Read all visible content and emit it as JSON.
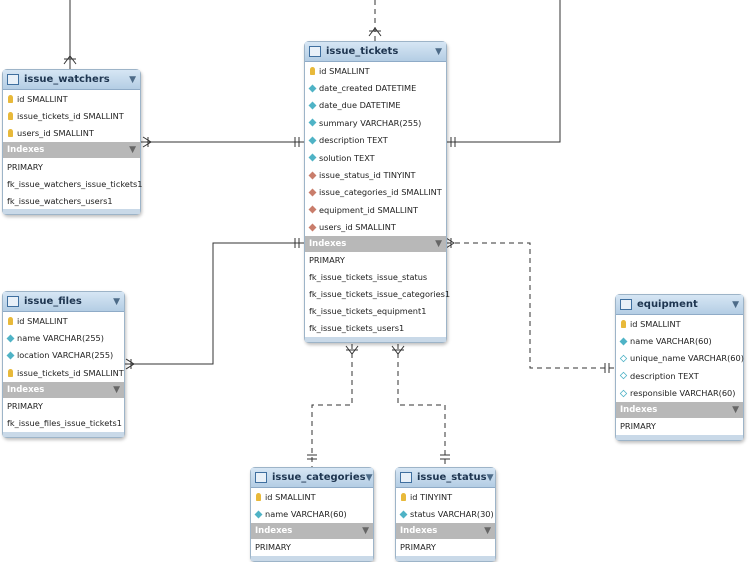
{
  "tables": {
    "issue_watchers": {
      "name": "issue_watchers",
      "columns": [
        {
          "icon": "primary-key-icon",
          "text": "id SMALLINT"
        },
        {
          "icon": "primary-key-icon",
          "text": "issue_tickets_id SMALLINT"
        },
        {
          "icon": "primary-key-icon",
          "text": "users_id SMALLINT"
        }
      ],
      "indexes_label": "Indexes",
      "indexes": [
        "PRIMARY",
        "fk_issue_watchers_issue_tickets1",
        "fk_issue_watchers_users1"
      ]
    },
    "issue_tickets": {
      "name": "issue_tickets",
      "columns": [
        {
          "icon": "primary-key-icon",
          "text": "id SMALLINT"
        },
        {
          "icon": "column-icon",
          "text": "date_created DATETIME"
        },
        {
          "icon": "column-icon",
          "text": "date_due DATETIME"
        },
        {
          "icon": "column-icon",
          "text": "summary VARCHAR(255)"
        },
        {
          "icon": "column-icon",
          "text": "description TEXT"
        },
        {
          "icon": "column-icon",
          "text": "solution TEXT"
        },
        {
          "icon": "foreign-key-icon",
          "text": "issue_status_id TINYINT"
        },
        {
          "icon": "foreign-key-icon",
          "text": "issue_categories_id SMALLINT"
        },
        {
          "icon": "foreign-key-icon",
          "text": "equipment_id SMALLINT"
        },
        {
          "icon": "foreign-key-icon",
          "text": "users_id SMALLINT"
        }
      ],
      "indexes_label": "Indexes",
      "indexes": [
        "PRIMARY",
        "fk_issue_tickets_issue_status",
        "fk_issue_tickets_issue_categories1",
        "fk_issue_tickets_equipment1",
        "fk_issue_tickets_users1"
      ]
    },
    "issue_files": {
      "name": "issue_files",
      "columns": [
        {
          "icon": "primary-key-icon",
          "text": "id SMALLINT"
        },
        {
          "icon": "column-icon",
          "text": "name VARCHAR(255)"
        },
        {
          "icon": "column-icon",
          "text": "location VARCHAR(255)"
        },
        {
          "icon": "primary-key-icon",
          "text": "issue_tickets_id SMALLINT"
        }
      ],
      "indexes_label": "Indexes",
      "indexes": [
        "PRIMARY",
        "fk_issue_files_issue_tickets1"
      ]
    },
    "equipment": {
      "name": "equipment",
      "columns": [
        {
          "icon": "primary-key-icon",
          "text": "id SMALLINT"
        },
        {
          "icon": "column-icon",
          "text": "name VARCHAR(60)"
        },
        {
          "icon": "optional-column-icon",
          "text": "unique_name VARCHAR(60)"
        },
        {
          "icon": "optional-column-icon",
          "text": "description TEXT"
        },
        {
          "icon": "optional-column-icon",
          "text": "responsible VARCHAR(60)"
        }
      ],
      "indexes_label": "Indexes",
      "indexes": [
        "PRIMARY"
      ]
    },
    "issue_categories": {
      "name": "issue_categories",
      "columns": [
        {
          "icon": "primary-key-icon",
          "text": "id SMALLINT"
        },
        {
          "icon": "column-icon",
          "text": "name VARCHAR(60)"
        }
      ],
      "indexes_label": "Indexes",
      "indexes": [
        "PRIMARY"
      ]
    },
    "issue_status": {
      "name": "issue_status",
      "columns": [
        {
          "icon": "primary-key-icon",
          "text": "id TINYINT"
        },
        {
          "icon": "column-icon",
          "text": "status VARCHAR(30)"
        }
      ],
      "indexes_label": "Indexes",
      "indexes": [
        "PRIMARY"
      ]
    }
  },
  "colors": {
    "header_gradient_top": "#d6e6f4",
    "header_gradient_bottom": "#b4cde4",
    "index_header": "#b8b8b8",
    "connector": "#333333"
  }
}
